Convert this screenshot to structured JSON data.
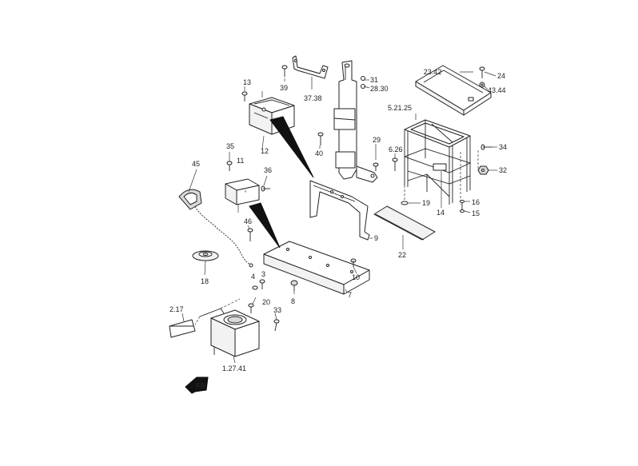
{
  "labels": {
    "l13": "13",
    "l39": "39",
    "l3738": "37.38",
    "l31": "31",
    "l2830": "28.30",
    "l2342": "23.42",
    "l24": "24",
    "l4344": "43.44",
    "l52125": "5.21.25",
    "l12": "12",
    "l35": "35",
    "l11": "11",
    "l36": "36",
    "l45": "45",
    "l40": "40",
    "l29": "29",
    "l626": "6.26",
    "l34": "34",
    "l32": "32",
    "l19": "19",
    "l14": "14",
    "l16": "16",
    "l15": "15",
    "l46": "46",
    "l9": "9",
    "l22": "22",
    "l18": "18",
    "l10": "10",
    "l4": "4",
    "l3": "3",
    "l8": "8",
    "l7": "7",
    "l217": "2.17",
    "l20": "20",
    "l33": "33",
    "l12741": "1.27.41"
  },
  "direction_marker": {
    "icon": "front-arrow-icon",
    "text": "FR"
  },
  "colors": {
    "line": "#222222",
    "background": "#ffffff",
    "shade": "#d9d9d9"
  }
}
